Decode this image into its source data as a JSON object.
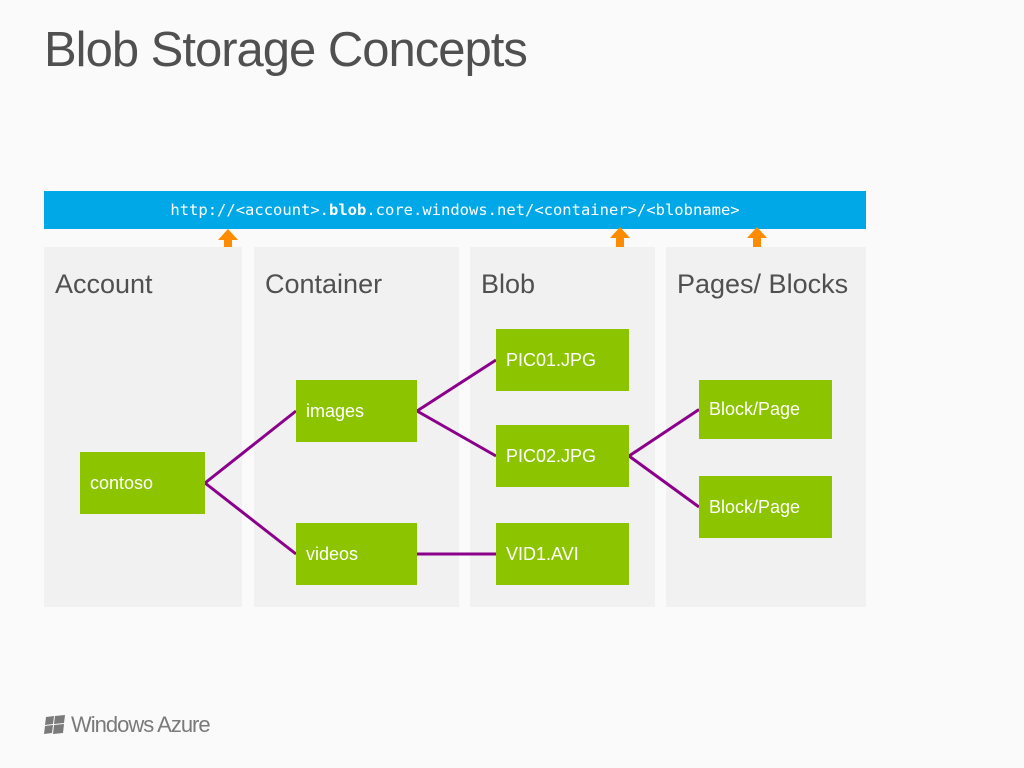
{
  "slide": {
    "title": "Blob Storage Concepts"
  },
  "url": {
    "prefix": "http://<account>.",
    "bold": "blob",
    "suffix": ".core.windows.net/<container>/<blobname>",
    "background_color": "#00a8e8"
  },
  "columns": [
    {
      "title": "Account"
    },
    {
      "title": "Container"
    },
    {
      "title": "Blob"
    },
    {
      "title": "Pages/ Blocks"
    }
  ],
  "nodes": {
    "account": "contoso",
    "container_images": "images",
    "container_videos": "videos",
    "blob_pic01": "PIC01.JPG",
    "blob_pic02": "PIC02.JPG",
    "blob_vid1": "VID1.AVI",
    "block_1": "Block/Page",
    "block_2": "Block/Page"
  },
  "edges": [
    [
      "account",
      "container_images"
    ],
    [
      "account",
      "container_videos"
    ],
    [
      "container_images",
      "blob_pic01"
    ],
    [
      "container_images",
      "blob_pic02"
    ],
    [
      "container_videos",
      "blob_vid1"
    ],
    [
      "blob_pic02",
      "block_1"
    ],
    [
      "blob_pic02",
      "block_2"
    ]
  ],
  "colors": {
    "node": "#8cc400",
    "edge": "#8b008b",
    "arrow": "#ff8c00",
    "panel": "#f1f1f1"
  },
  "footer": {
    "logo_text": "Windows Azure"
  }
}
